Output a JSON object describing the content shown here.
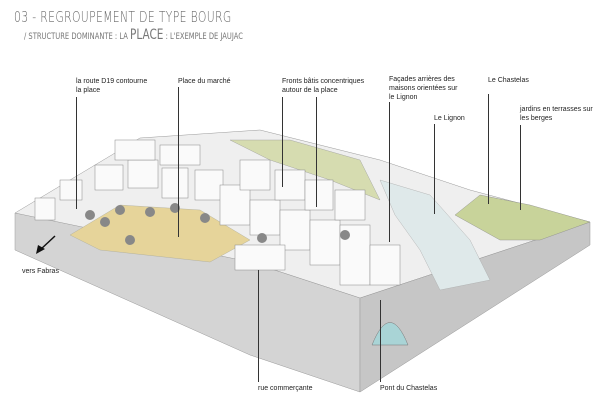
{
  "header": {
    "title": "03 - REGROUPEMENT DE TYPE BOURG",
    "subtitle_prefix": "/ STRUCTURE DOMINANTE : LA",
    "subtitle_emphasis": "PLACE",
    "subtitle_suffix": ": L'EXEMPLE DE JAUJAC"
  },
  "labels": {
    "route": [
      "la route D19 contourne",
      "la place"
    ],
    "place": "Place du marché",
    "fronts": [
      "Fronts bâtis concentriques",
      "autour de la place"
    ],
    "facades": [
      "Façades arrières des",
      "maisons orientées sur",
      "le Lignon"
    ],
    "chastelas": "Le Chastelas",
    "lignon": "Le Lignon",
    "jardins": [
      "jardins en terrasses sur",
      "les berges"
    ],
    "fabras": "vers Fabras",
    "rue": "rue commerçante",
    "pont": "Pont du Chastelas"
  },
  "colors": {
    "place": "#e6d49a",
    "ground": "#cfcfcf",
    "river": "#dfe9ea",
    "garden": "#c8d39a",
    "water": "#a9d4d6"
  }
}
